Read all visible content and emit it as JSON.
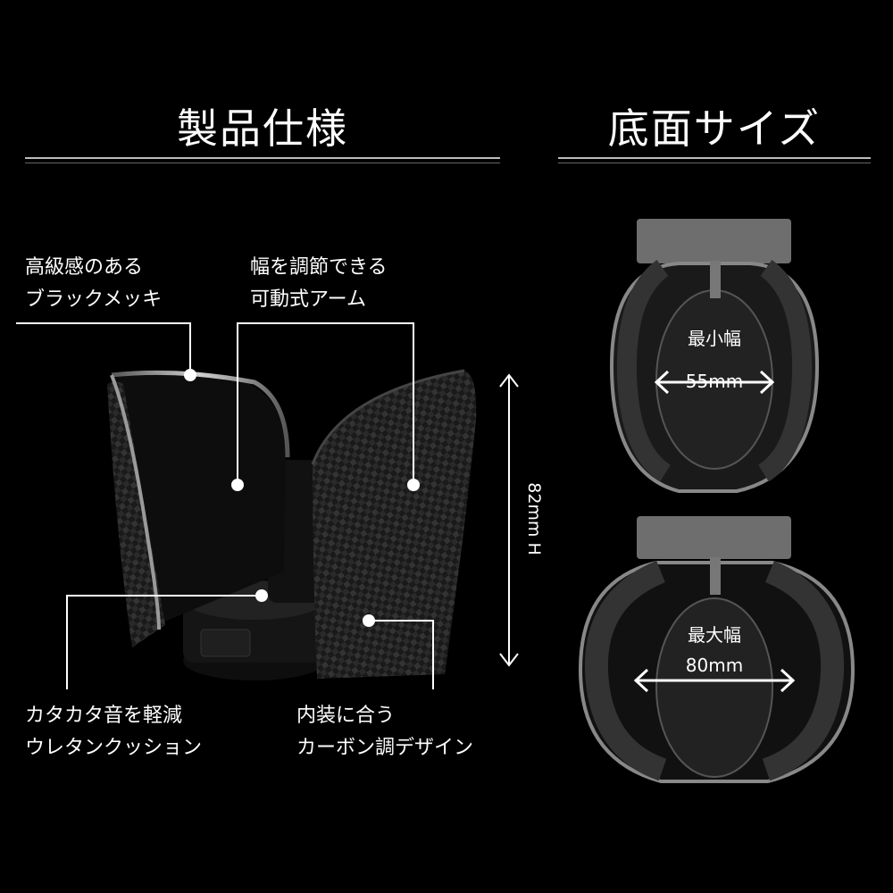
{
  "headings": {
    "left": "製品仕様",
    "right": "底面サイズ"
  },
  "callouts": {
    "black_plating": [
      "高級感のある",
      "ブラックメッキ"
    ],
    "adjustable_arm": [
      "幅を調節できる",
      "可動式アーム"
    ],
    "urethane_cushion": [
      "カタカタ音を軽減",
      "ウレタンクッション"
    ],
    "carbon_design": [
      "内装に合う",
      "カーボン調デザイン"
    ]
  },
  "height_label": "82mm H",
  "bottom_size": {
    "min": {
      "label": "最小幅",
      "value": "55mm"
    },
    "max": {
      "label": "最大幅",
      "value": "80mm"
    }
  },
  "colors": {
    "background": "#000000",
    "text": "#ffffff",
    "rule": "#bbbbbb",
    "plastic": "#1c1c1c",
    "chrome": "#9a9a9a"
  }
}
